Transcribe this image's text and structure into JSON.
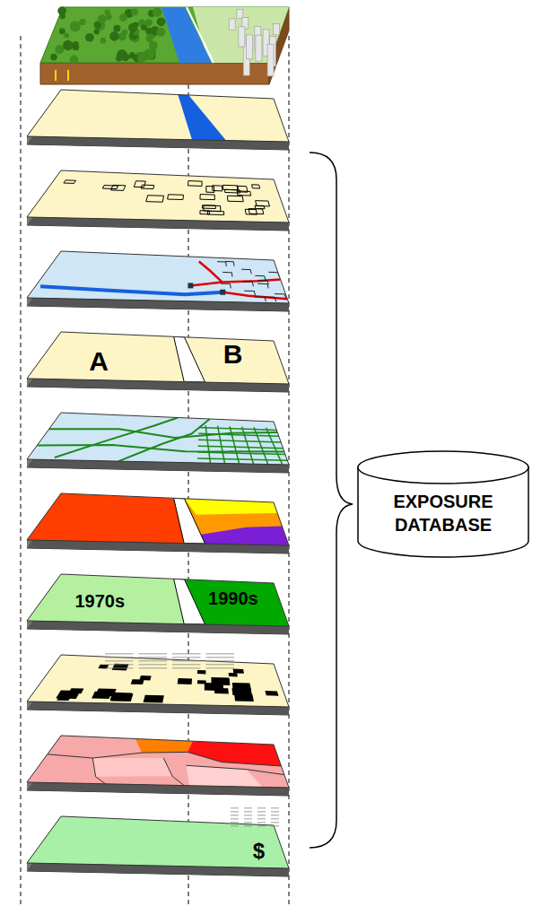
{
  "diagram": {
    "nodes": [
      {
        "text": [
          "EXPOSURE DATABASE"
        ]
      }
    ],
    "labels": [
      "A",
      "B",
      "1970s",
      "1990s",
      "$"
    ]
  }
}
